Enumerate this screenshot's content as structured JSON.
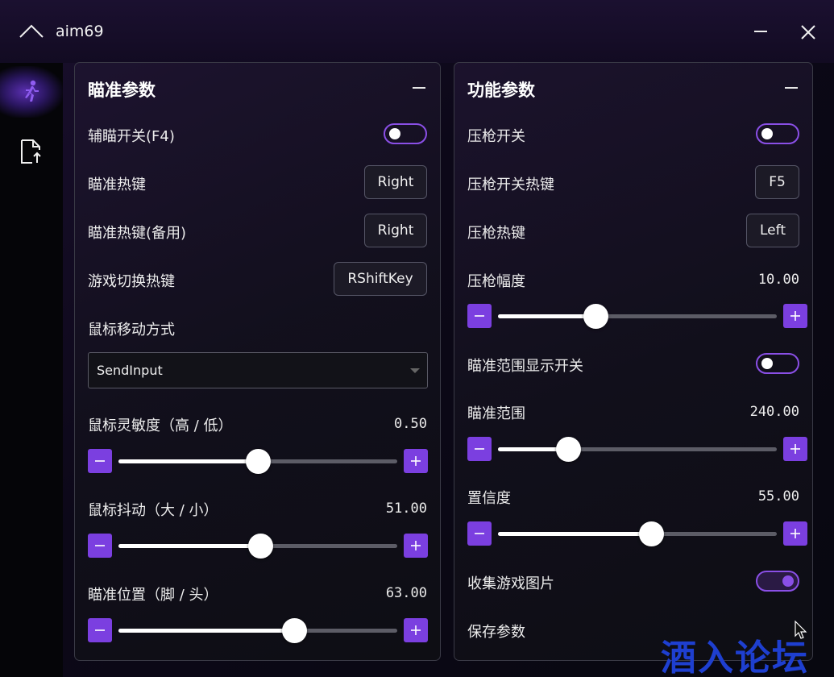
{
  "window": {
    "title": "aim69",
    "icons": {
      "app": "chevron-up-icon",
      "minimize": "minimize-icon",
      "close": "close-icon"
    }
  },
  "sidebar": {
    "items": [
      {
        "icon": "running-person-icon",
        "active": true
      },
      {
        "icon": "file-upload-icon",
        "active": false
      }
    ]
  },
  "left_panel": {
    "title": "瞄准参数",
    "aim_toggle": {
      "label": "辅瞄开关(F4)",
      "on": false
    },
    "aim_hotkey": {
      "label": "瞄准热键",
      "value": "Right"
    },
    "aim_hotkey_backup": {
      "label": "瞄准热键(备用)",
      "value": "Right"
    },
    "game_switch_hotkey": {
      "label": "游戏切换热键",
      "value": "RShiftKey"
    },
    "mouse_move_method": {
      "label": "鼠标移动方式",
      "value": "SendInput"
    },
    "sensitivity": {
      "label": "鼠标灵敏度（高 / 低）",
      "value": "0.50",
      "fraction": 0.5
    },
    "jitter": {
      "label": "鼠标抖动（大 / 小）",
      "value": "51.00",
      "fraction": 0.51
    },
    "aim_position": {
      "label": "瞄准位置（脚 / 头）",
      "value": "63.00",
      "fraction": 0.63
    }
  },
  "right_panel": {
    "title": "功能参数",
    "recoil_toggle": {
      "label": "压枪开关",
      "on": false
    },
    "recoil_toggle_hotkey": {
      "label": "压枪开关热键",
      "value": "F5"
    },
    "recoil_hotkey": {
      "label": "压枪热键",
      "value": "Left"
    },
    "recoil_amount": {
      "label": "压枪幅度",
      "value": "10.00",
      "fraction": 0.35
    },
    "range_display_toggle": {
      "label": "瞄准范围显示开关",
      "on": false
    },
    "aim_range": {
      "label": "瞄准范围",
      "value": "240.00",
      "fraction": 0.25
    },
    "confidence": {
      "label": "置信度",
      "value": "55.00",
      "fraction": 0.55
    },
    "collect_images": {
      "label": "收集游戏图片",
      "on": true
    },
    "save_params": {
      "label": "保存参数"
    }
  },
  "watermark": "酒入论坛",
  "colors": {
    "accent": "#7b3fe0",
    "accent_border": "#8a4fe6",
    "watermark": "#1e3fd0"
  }
}
